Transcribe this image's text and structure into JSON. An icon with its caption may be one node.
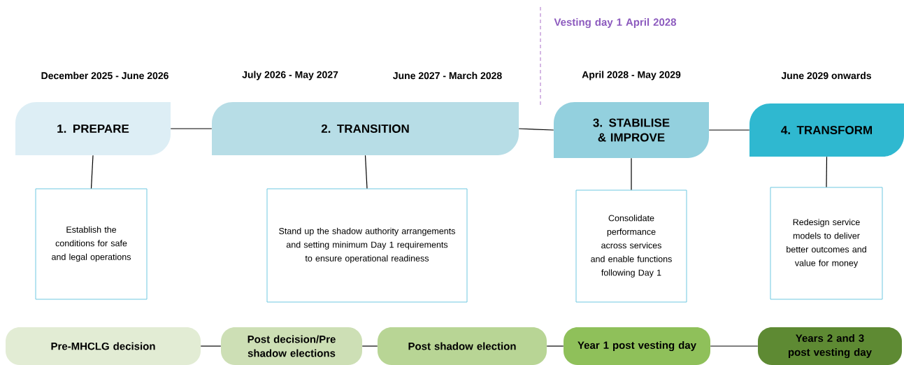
{
  "diagram": {
    "nodes": [
      {
        "text": [
          "1. PREPARE"
        ],
        "beside": [
          "December 2025 - June 2026"
        ]
      },
      {
        "text": [
          "2. TRANSITION"
        ],
        "beside": [
          "July 2026 - May 2027",
          "June 2027 - March 2028"
        ]
      },
      {
        "text": [
          "3. STABILISE & IMPROVE"
        ],
        "beside": [
          "April 2028 - May 2029"
        ]
      },
      {
        "text": [
          "4. TRANSFORM"
        ],
        "beside": [
          "June 2029 onwards"
        ]
      },
      {
        "text": [
          "Establish the conditions for safe and legal operations"
        ]
      },
      {
        "text": [
          "Stand up the shadow authority arrangements and setting minimum Day 1 requirements to ensure operational readiness"
        ]
      },
      {
        "text": [
          "Consolidate performance across services and enable functions following Day 1"
        ]
      },
      {
        "text": [
          "Redesign service models to deliver better outcomes and value for money"
        ]
      },
      {
        "text": [
          "Pre-MHCLG decision"
        ]
      },
      {
        "text": [
          "Post decision/Pre shadow elections"
        ]
      },
      {
        "text": [
          "Post shadow election"
        ]
      },
      {
        "text": [
          "Year 1 post vesting day"
        ]
      },
      {
        "text": [
          "Years 2 and 3 post vesting day"
        ]
      }
    ],
    "edges": [
      {
        "from": 0,
        "to": 1,
        "arrow": "none"
      },
      {
        "from": 1,
        "to": 2,
        "arrow": "none"
      },
      {
        "from": 2,
        "to": 3,
        "arrow": "none"
      },
      {
        "from": 0,
        "to": 4,
        "arrow": "none"
      },
      {
        "from": 1,
        "to": 5,
        "arrow": "none"
      },
      {
        "from": 2,
        "to": 6,
        "arrow": "none"
      },
      {
        "from": 3,
        "to": 7,
        "arrow": "none"
      },
      {
        "from": 8,
        "to": 9,
        "arrow": "none"
      },
      {
        "from": 9,
        "to": 10,
        "arrow": "none"
      },
      {
        "from": 10,
        "to": 11,
        "arrow": "none"
      },
      {
        "from": 11,
        "to": 12,
        "arrow": "none"
      }
    ],
    "labels": [
      "Vesting day 1 April 2028"
    ]
  }
}
